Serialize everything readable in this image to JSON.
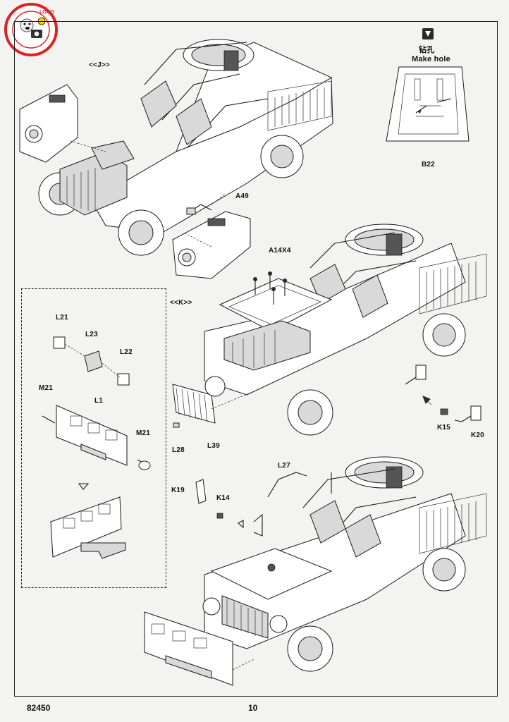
{
  "watermark": {
    "badge": "LOGO"
  },
  "callouts": {
    "J": "<<J>>",
    "K": "<<K>>",
    "A49": "A49",
    "A14X4": "A14X4",
    "L21": "L21",
    "L23": "L23",
    "L22": "L22",
    "M21_left": "M21",
    "L1": "L1",
    "M21_right": "M21",
    "L28": "L28",
    "L39": "L39",
    "K15": "K15",
    "K20": "K20",
    "L27": "L27",
    "K19": "K19",
    "K14": "K14",
    "B22": "B22"
  },
  "make_hole": {
    "chinese": "钻孔",
    "english": "Make hole"
  },
  "footer": {
    "code": "82450",
    "page_number": "10"
  },
  "colors": {
    "line": "#1a1a1a",
    "paper": "#f3f3f1",
    "watermark": "#dd2222"
  }
}
